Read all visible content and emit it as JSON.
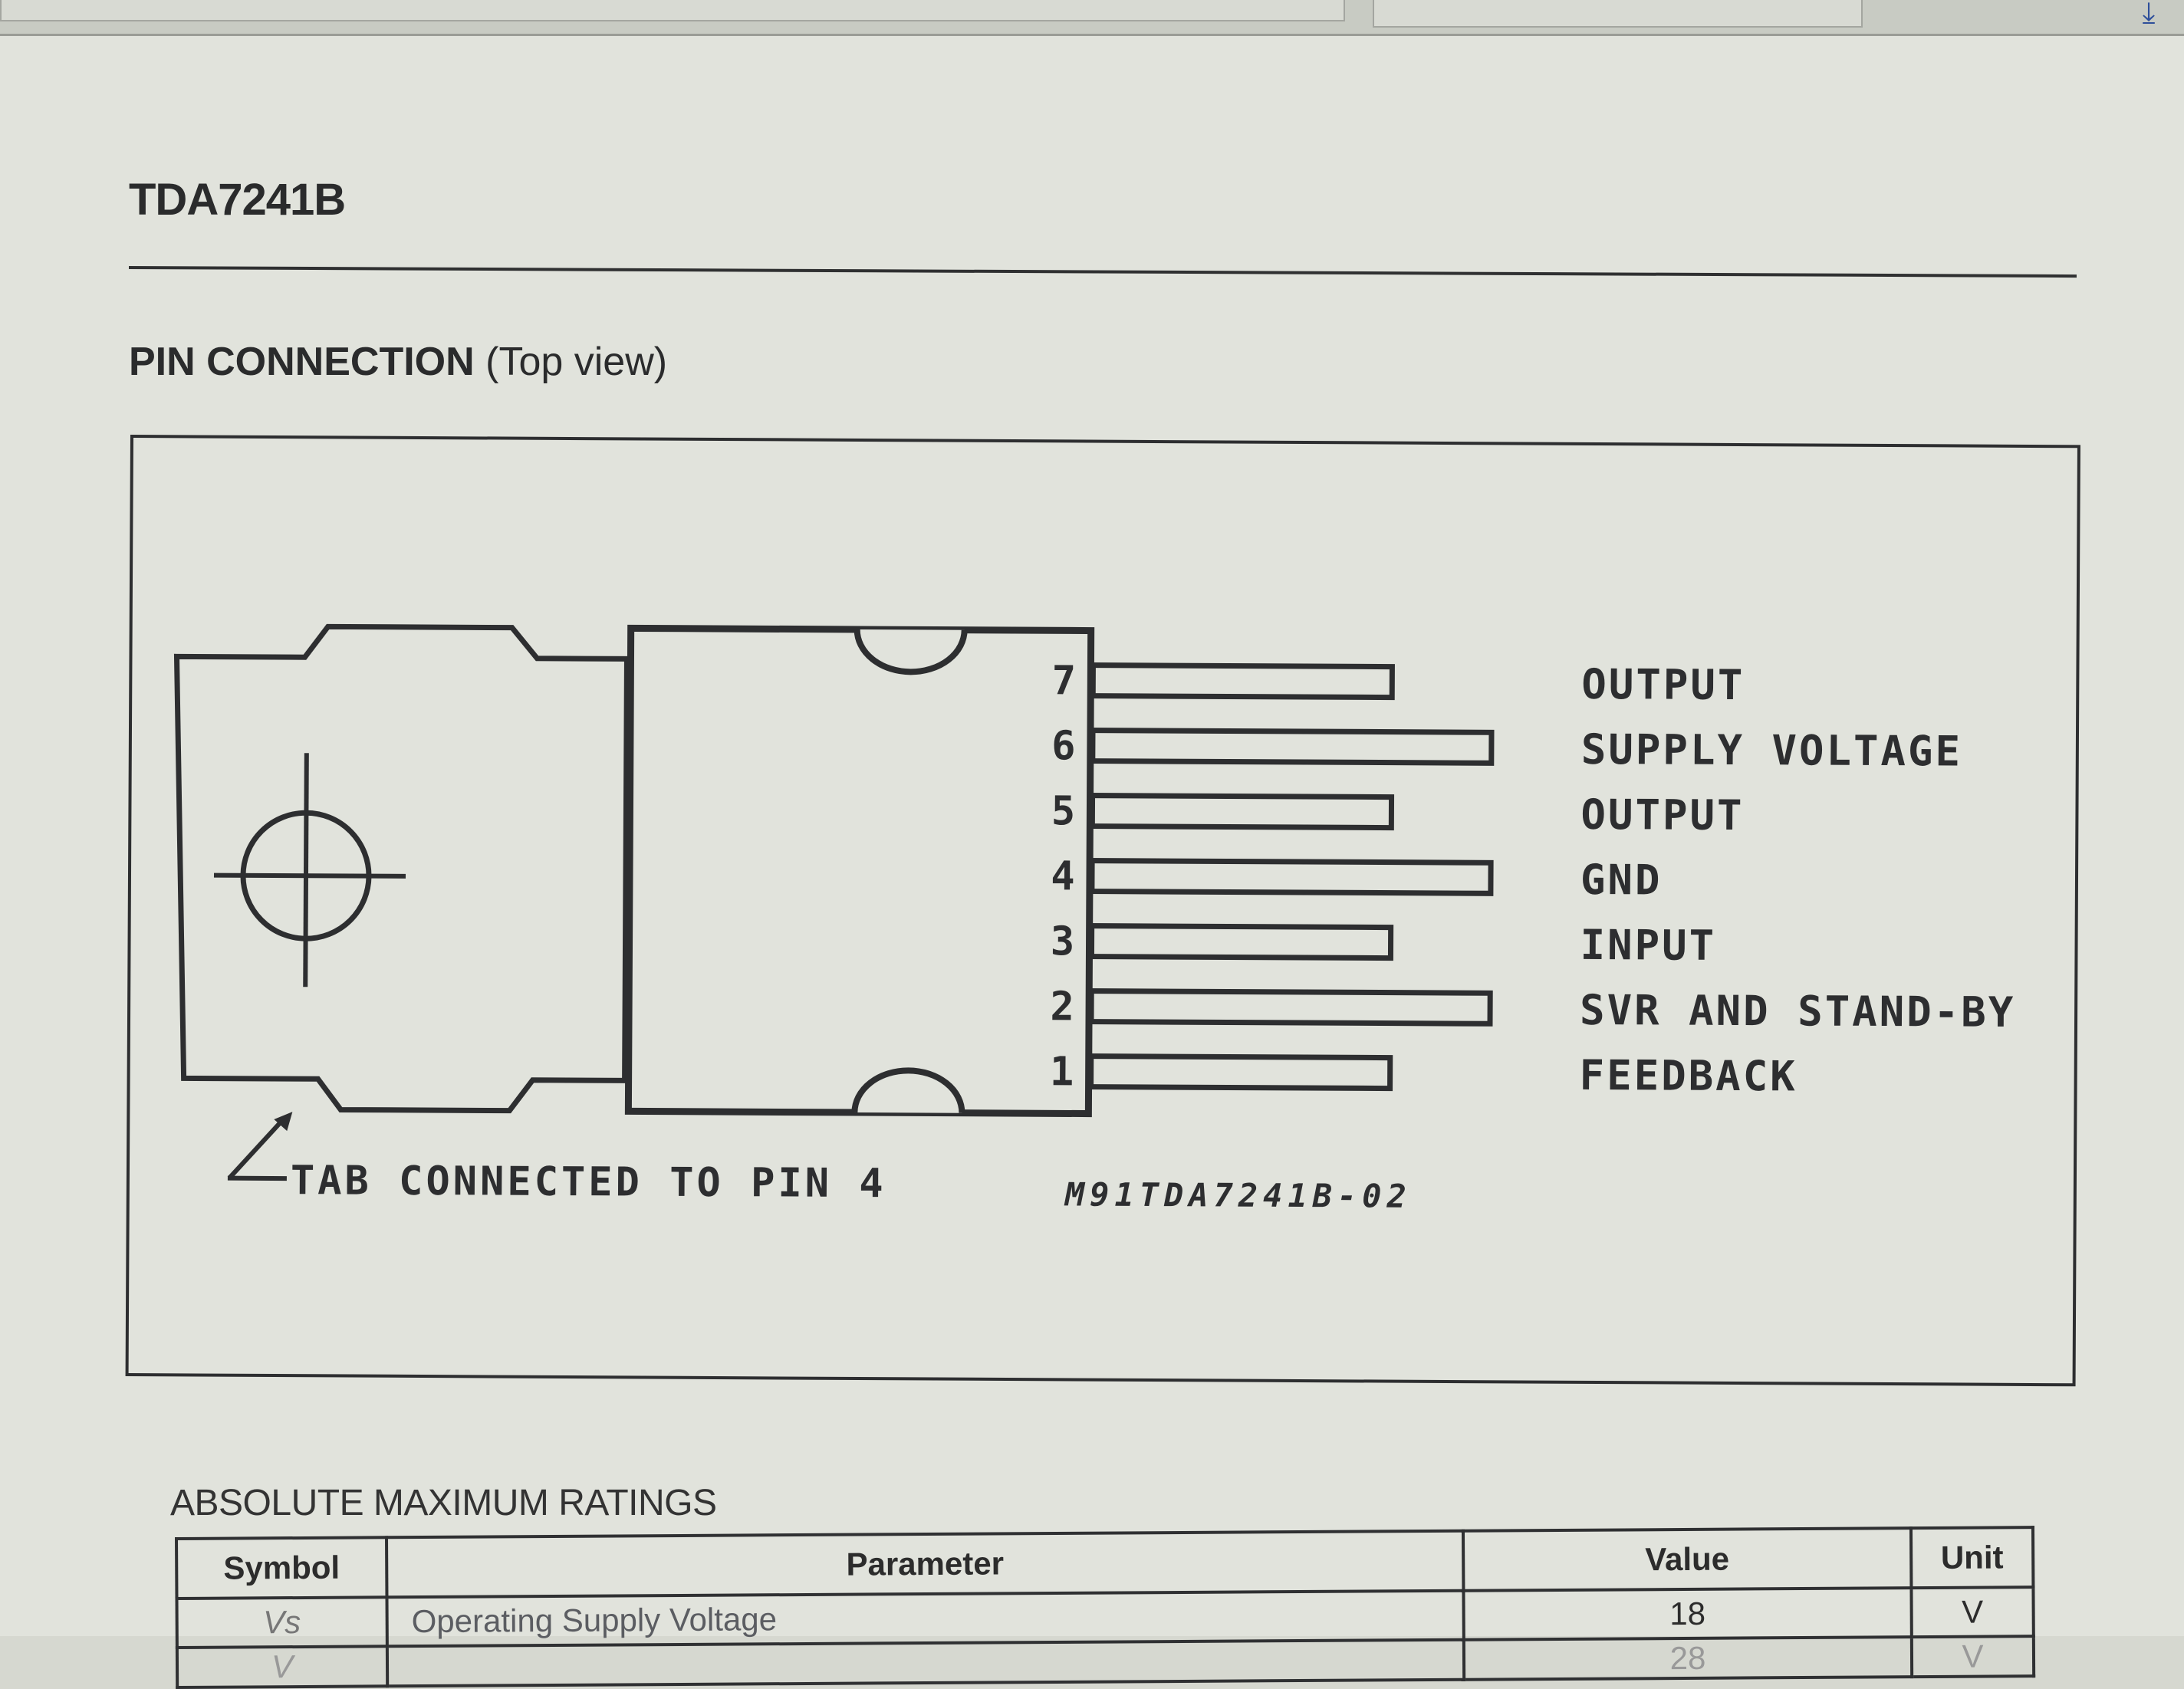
{
  "document": {
    "title": "TDA7241B",
    "section": {
      "heading_bold": "PIN CONNECTION",
      "heading_normal": "(Top view)"
    }
  },
  "diagram": {
    "pins": [
      {
        "number": "7",
        "label": "OUTPUT",
        "long": false
      },
      {
        "number": "6",
        "label": "SUPPLY VOLTAGE",
        "long": true
      },
      {
        "number": "5",
        "label": "OUTPUT",
        "long": false
      },
      {
        "number": "4",
        "label": "GND",
        "long": true
      },
      {
        "number": "3",
        "label": "INPUT",
        "long": false
      },
      {
        "number": "2",
        "label": "SVR AND STAND-BY",
        "long": true
      },
      {
        "number": "1",
        "label": "FEEDBACK",
        "long": false
      }
    ],
    "tab_note": "TAB CONNECTED TO PIN 4",
    "figure_code": "M91TDA7241B-02"
  },
  "ratings": {
    "heading": "ABSOLUTE MAXIMUM RATINGS",
    "columns": [
      "Symbol",
      "Parameter",
      "Value",
      "Unit"
    ],
    "rows": [
      {
        "symbol": "Vs",
        "parameter": "Operating Supply Voltage",
        "value": "18",
        "unit": "V"
      },
      {
        "symbol": "V",
        "parameter": "",
        "value": "28",
        "unit": "V"
      }
    ]
  },
  "colors": {
    "ink": "#2d2e30",
    "paper": "#e1e3dc",
    "toolbar_icon": "#2e4f9a"
  }
}
